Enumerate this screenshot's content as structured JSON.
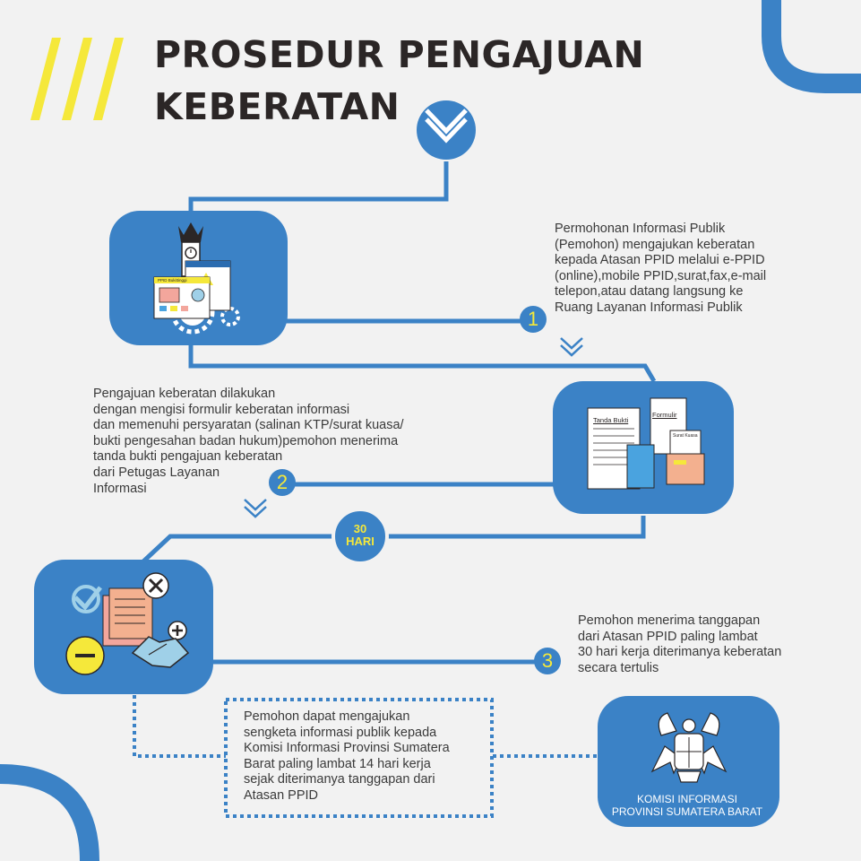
{
  "title": {
    "line1": "PROSEDUR PENGAJUAN",
    "line2": "KEBERATAN"
  },
  "steps": [
    {
      "number": "1",
      "text": "Permohonan Informasi Publik\n(Pemohon) mengajukan keberatan\nkepada Atasan PPID melalui e-PPID\n(online),mobile PPID,surat,fax,e-mail\ntelepon,atau datang langsung ke\nRuang  Layanan Informasi Publik"
    },
    {
      "number": "2",
      "text": "Pengajuan keberatan dilakukan\ndengan mengisi formulir keberatan informasi\ndan memenuhi persyaratan (salinan KTP/surat kuasa/\nbukti pengesahan badan hukum)pemohon menerima\ntanda bukti pengajuan keberatan\ndari Petugas Layanan\nInformasi"
    },
    {
      "number": "3",
      "text": "Pemohon menerima tanggapan\ndari Atasan PPID paling lambat\n30 hari kerja diterimanya keberatan\nsecara tertulis"
    }
  ],
  "deadline_badge": {
    "number": "30",
    "unit": "HARI"
  },
  "dispute_note": "Pemohon dapat mengajukan\nsengketa informasi publik kepada\nKomisi Informasi Provinsi Sumatera\nBarat paling lambat 14 hari kerja\nsejak diterimanya tanggapan dari\nAtasan PPID",
  "institution": {
    "line1": "KOMISI INFORMASI",
    "line2": "PROVINSI SUMATERA BARAT"
  },
  "illustration_labels": {
    "window_title": "PPID Bukittinggi",
    "receipt": "Tanda Bukti",
    "form": "Formulir",
    "power_of_attorney": "Surat Kuasa"
  },
  "colors": {
    "primary_blue": "#3b82c6",
    "accent_yellow": "#f5e83a",
    "background": "#f2f2f2",
    "title_text": "#2b2626"
  }
}
